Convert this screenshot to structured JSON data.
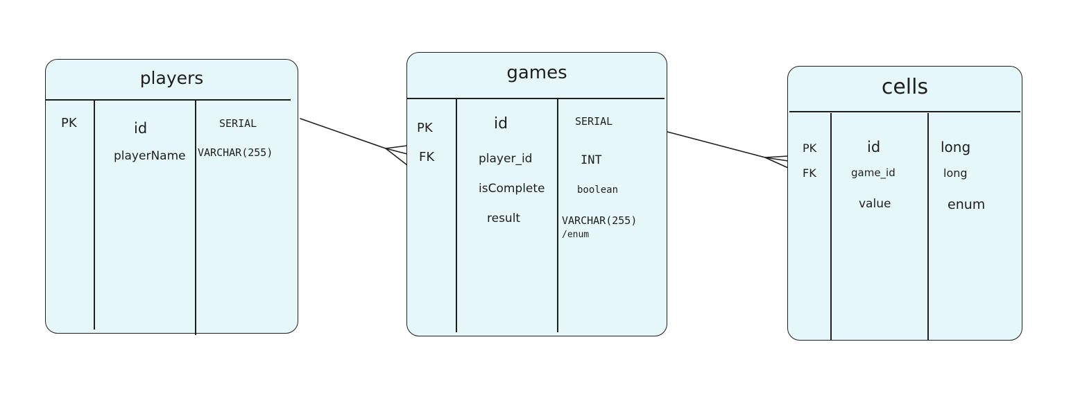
{
  "diagram": {
    "entities": [
      {
        "id": "players",
        "title": "players",
        "rows": [
          {
            "key": "PK",
            "name": "id",
            "type": "SERIAL"
          },
          {
            "key": "",
            "name": "playerName",
            "type": "VARCHAR(255)"
          }
        ]
      },
      {
        "id": "games",
        "title": "games",
        "rows": [
          {
            "key": "PK",
            "name": "id",
            "type": "SERIAL"
          },
          {
            "key": "FK",
            "name": "player_id",
            "type": "INT"
          },
          {
            "key": "",
            "name": "isComplete",
            "type": "boolean"
          },
          {
            "key": "",
            "name": "result",
            "type": "VARCHAR(255)",
            "type_line2": "/enum"
          }
        ]
      },
      {
        "id": "cells",
        "title": "cells",
        "rows": [
          {
            "key": "PK",
            "name": "id",
            "type": "long"
          },
          {
            "key": "FK",
            "name": "game_id",
            "type": "long"
          },
          {
            "key": "",
            "name": "value",
            "type": "enum"
          }
        ]
      }
    ],
    "relationships": [
      {
        "from": "players",
        "to": "games",
        "cardinality": "one-to-many"
      },
      {
        "from": "games",
        "to": "cells",
        "cardinality": "one-to-many"
      }
    ],
    "colors": {
      "entity_fill": "#e6f7fa",
      "stroke": "#1e1e1e",
      "background": "#ffffff"
    }
  }
}
